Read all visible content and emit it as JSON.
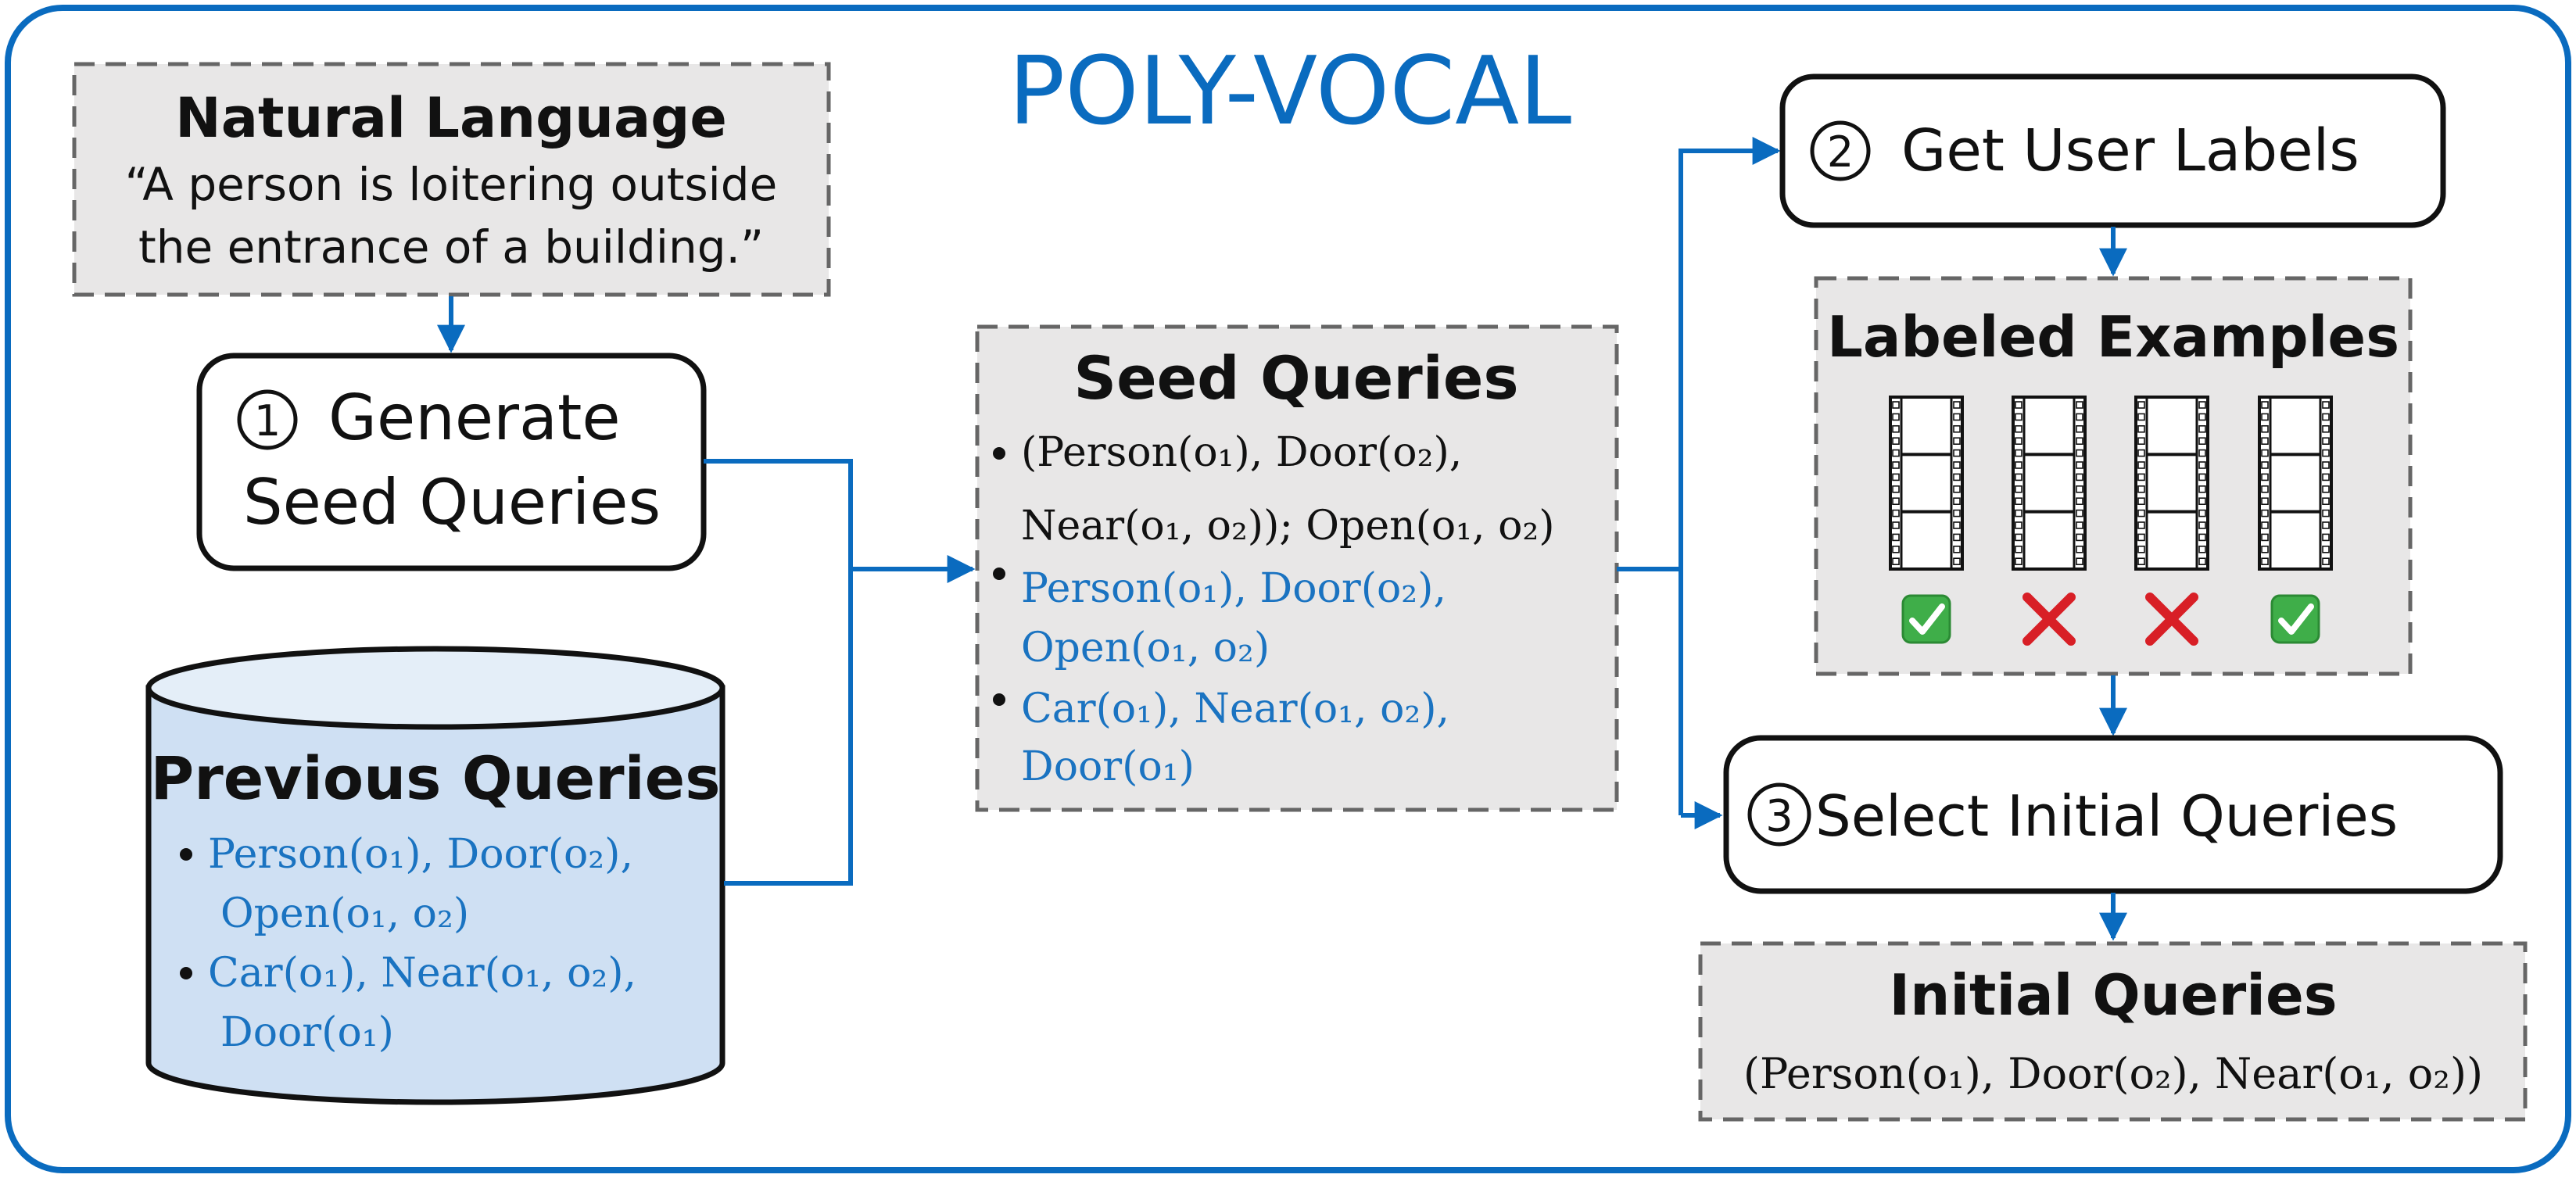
{
  "title": "POLY-VOCAL",
  "colors": {
    "accent": "#0a6bbf",
    "query_blue": "#1a73c1",
    "box_gray": "#e8e7e7",
    "cylinder_fill": "#cfe0f3",
    "dash_border": "#666666",
    "check_green": "#3fae49",
    "cross_red": "#d81f26"
  },
  "natural_language": {
    "heading": "Natural Language",
    "quote_line1": "“A person is loitering outside",
    "quote_line2": "the entrance of a building.”"
  },
  "steps": {
    "generate": {
      "number": "1",
      "line1": "Generate",
      "line2": "Seed Queries"
    },
    "get_labels": {
      "number": "2",
      "label": "Get User Labels"
    },
    "select": {
      "number": "3",
      "label": "Select Initial Queries"
    }
  },
  "previous_queries": {
    "heading": "Previous Queries",
    "items": [
      {
        "line1": "Person(o₁), Door(o₂),",
        "line2": "Open(o₁, o₂)"
      },
      {
        "line1": "Car(o₁), Near(o₁, o₂),",
        "line2": "Door(o₁)"
      }
    ]
  },
  "seed_queries": {
    "heading": "Seed Queries",
    "items": [
      {
        "line1": "(Person(o₁), Door(o₂),",
        "line2": "Near(o₁, o₂)); Open(o₁, o₂)",
        "color": "black"
      },
      {
        "line1": "Person(o₁), Door(o₂),",
        "line2": "Open(o₁, o₂)",
        "color": "blue"
      },
      {
        "line1": "Car(o₁), Near(o₁, o₂),",
        "line2": "Door(o₁)",
        "color": "blue"
      }
    ]
  },
  "labeled_examples": {
    "heading": "Labeled Examples",
    "labels": [
      "positive",
      "negative",
      "negative",
      "positive"
    ]
  },
  "initial_queries": {
    "heading": "Initial Queries",
    "query": "(Person(o₁), Door(o₂), Near(o₁, o₂))"
  }
}
